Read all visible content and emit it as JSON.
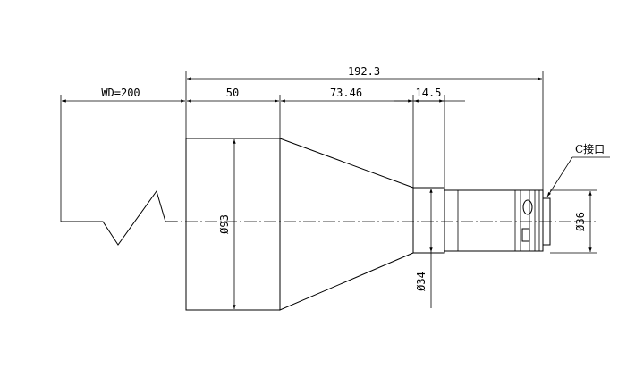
{
  "dimensions": {
    "total_length": "192.3",
    "working_distance": "WD=200",
    "front_length": "50",
    "taper_length": "73.46",
    "rear_length": "14.5",
    "front_diameter": "Ø93",
    "barrel_diameter": "Ø34",
    "mount_diameter": "Ø36"
  },
  "callouts": {
    "mount_label": "C接口"
  }
}
